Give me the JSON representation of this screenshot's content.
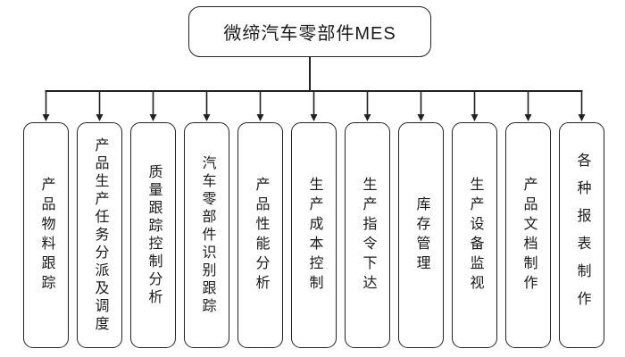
{
  "diagram": {
    "root": {
      "label": "微缔汽车零部件MES"
    },
    "children": [
      {
        "label": "产品物料跟踪"
      },
      {
        "label": "产品生产任务分派及调度"
      },
      {
        "label": "质量跟踪控制分析"
      },
      {
        "label": "汽车零部件识别跟踪"
      },
      {
        "label": "产品性能分析"
      },
      {
        "label": "生产成本控制"
      },
      {
        "label": "生产指令下达"
      },
      {
        "label": "库存管理"
      },
      {
        "label": "生产设备监视"
      },
      {
        "label": "产品文档制作"
      },
      {
        "label": "各种报表制作"
      }
    ]
  },
  "colors": {
    "line": "#212121",
    "border": "#232323",
    "background": "#ffffff",
    "text": "#1a1a1a"
  }
}
